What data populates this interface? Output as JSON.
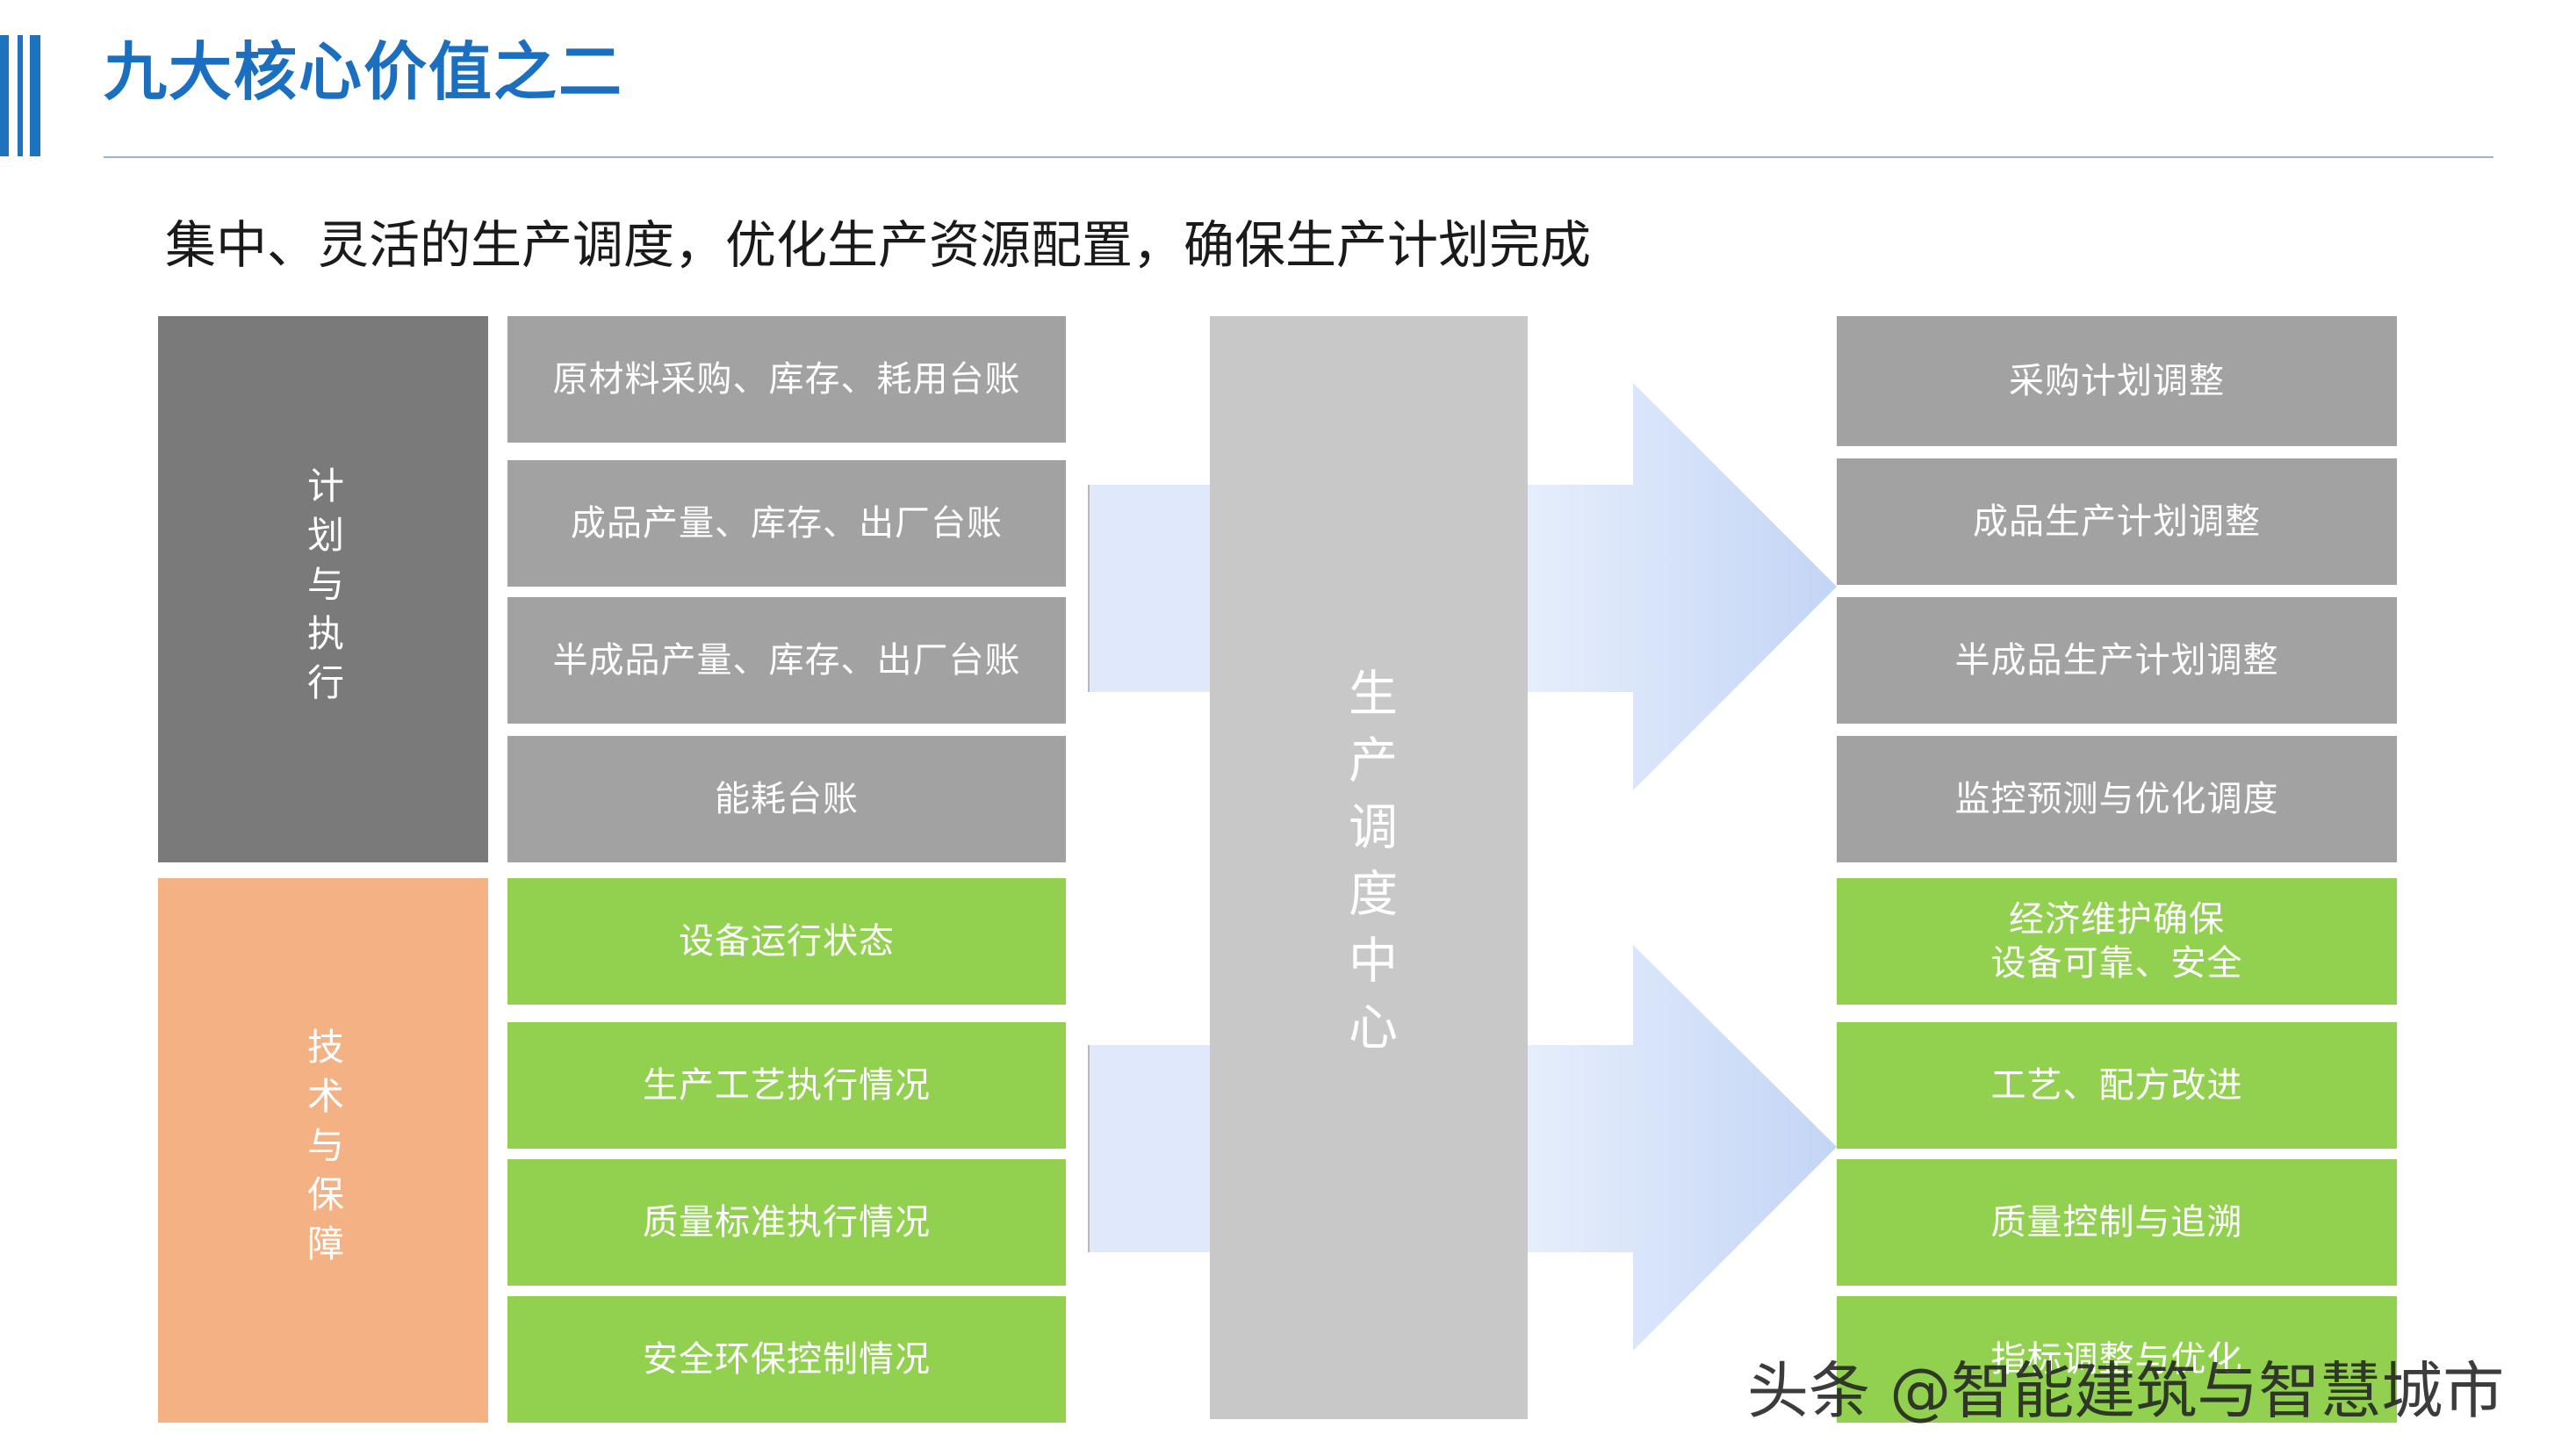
{
  "header": {
    "title": "九大核心价值之二",
    "subtitle": "集中、灵活的生产调度，优化生产资源配置，确保生产计划完成"
  },
  "left": {
    "plan_category": "计划与执行",
    "tech_category": "技术与保障",
    "plan_items": [
      "原材料采购、库存、耗用台账",
      "成品产量、库存、出厂台账",
      "半成品产量、库存、出厂台账",
      "能耗台账"
    ],
    "tech_items": [
      "设备运行状态",
      "生产工艺执行情况",
      "质量标准执行情况",
      "安全环保控制情况"
    ]
  },
  "center": {
    "label": "生产调度中心"
  },
  "right": {
    "plan_items": [
      "采购计划调整",
      "成品生产计划调整",
      "半成品生产计划调整",
      "监控预测与优化调度"
    ],
    "tech_items": [
      "经济维护确保\n设备可靠、安全",
      "工艺、配方改进",
      "质量控制与追溯",
      "指标调整与优化"
    ]
  },
  "watermark": "头条 @智能建筑与智慧城市",
  "colors": {
    "title_blue": "#1a6fc0",
    "plan_category_bg": "#7a7a7a",
    "tech_category_bg": "#f4b183",
    "grey_cell": "#a2a2a2",
    "green_cell": "#92d050",
    "center_bg": "#c8c8c8",
    "arrow_blue": "#ccdcf6"
  }
}
